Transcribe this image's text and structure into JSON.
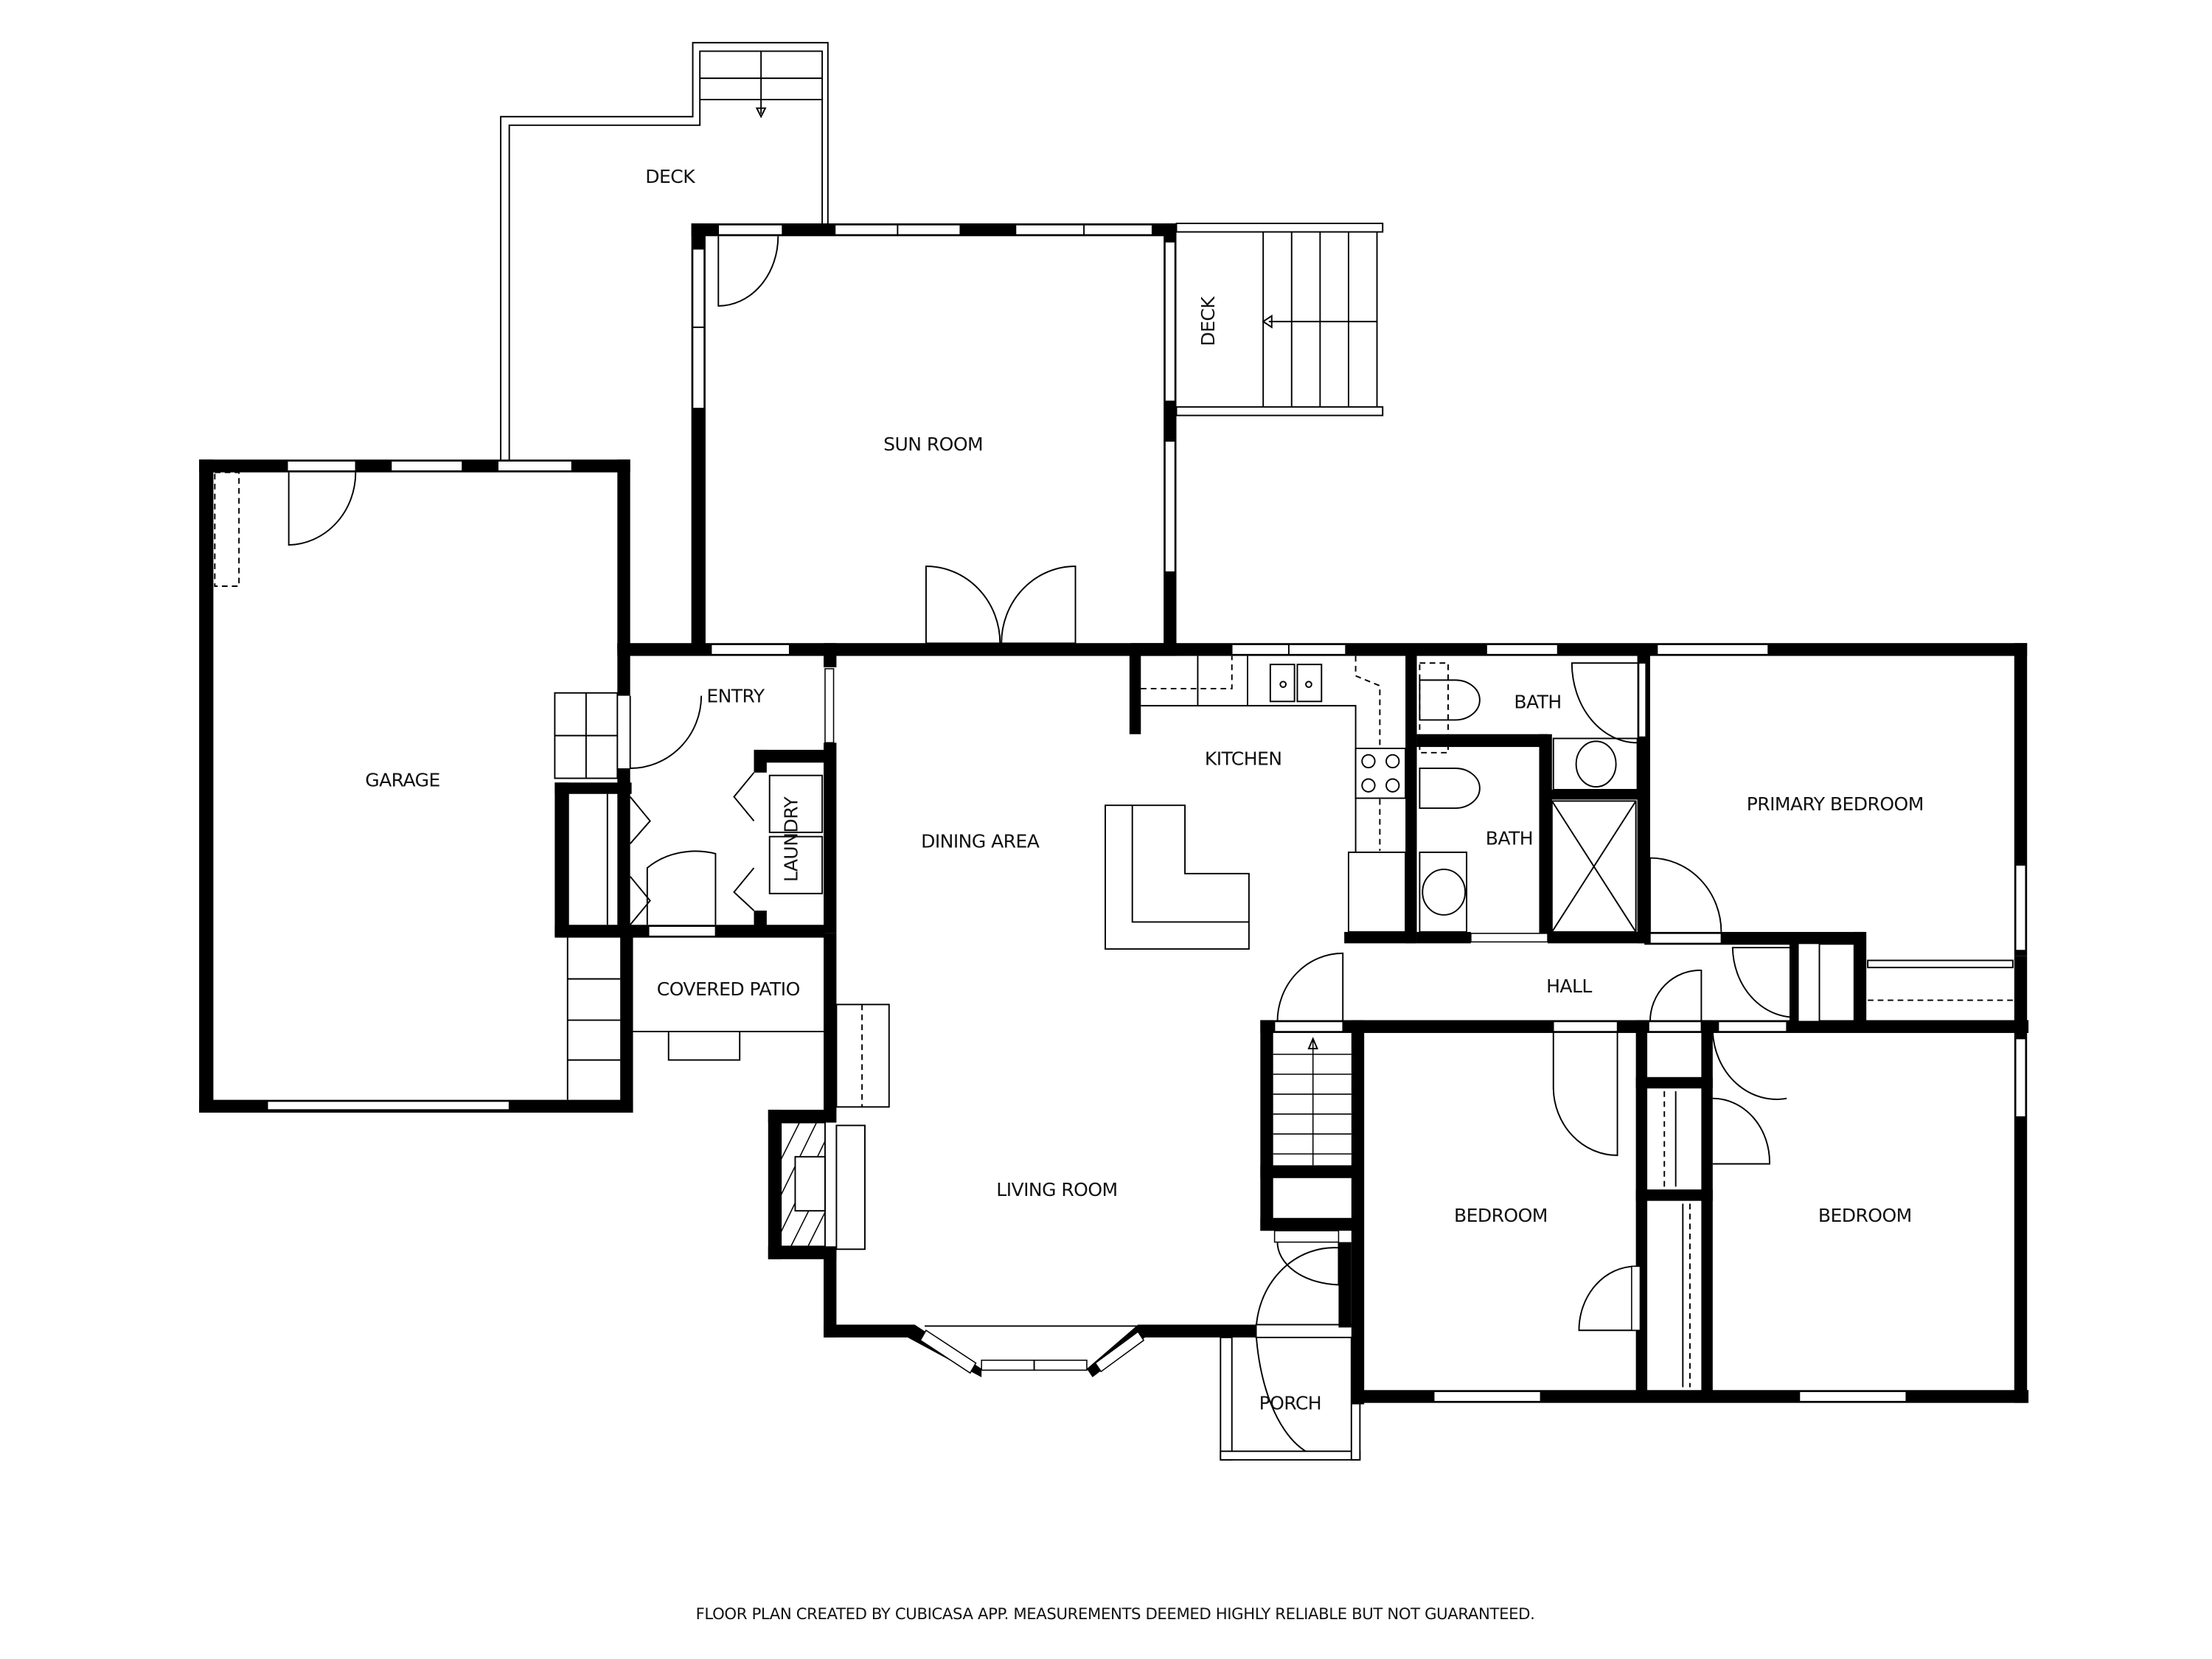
{
  "plan": {
    "rooms": {
      "deck_top": "DECK",
      "deck_side": "DECK",
      "sun_room": "SUN ROOM",
      "garage": "GARAGE",
      "entry": "ENTRY",
      "laundry": "LAUNDRY",
      "covered_patio": "COVERED PATIO",
      "dining_area": "DINING AREA",
      "kitchen": "KITCHEN",
      "bath_1": "BATH",
      "bath_2": "BATH",
      "primary_bedroom": "PRIMARY BEDROOM",
      "hall": "HALL",
      "living_room": "LIVING ROOM",
      "bedroom_1": "BEDROOM",
      "bedroom_2": "BEDROOM",
      "porch": "PORCH"
    },
    "colors": {
      "wall": "#000000",
      "background": "#ffffff",
      "line": "#000000"
    }
  },
  "footer": {
    "disclaimer": "FLOOR PLAN CREATED BY CUBICASA APP. MEASUREMENTS DEEMED HIGHLY RELIABLE BUT NOT GUARANTEED."
  }
}
